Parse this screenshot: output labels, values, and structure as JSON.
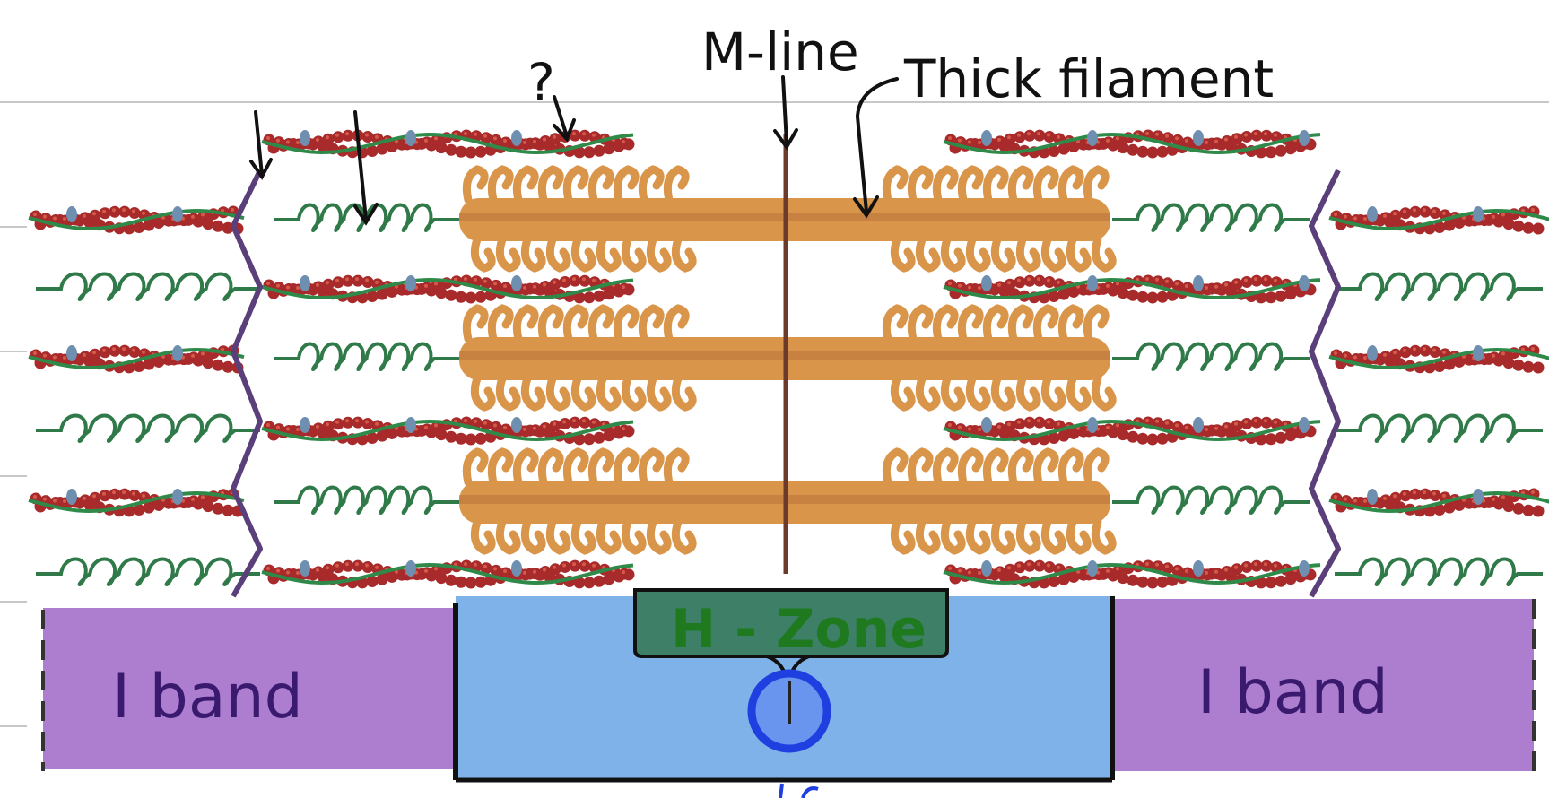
{
  "labels": {
    "question": "?",
    "m_line": "M-line",
    "thick_filament": "Thick filament",
    "h_zone": "H - Zone",
    "i_band_left": "I band",
    "i_band_right": "I band"
  },
  "colors": {
    "actin_bead": "#a82a2a",
    "actin_highlight": "#d45a4a",
    "tropomyosin": "#2f8a4a",
    "troponin": "#6f8fb0",
    "titin_spring": "#2f7a48",
    "z_disc": "#5a3f7a",
    "m_line": "#6b3a2a",
    "myosin": "#d9954a",
    "myosin_dark": "#b8733a",
    "i_band": "#ad7ecf",
    "a_band": "#7eb2e8",
    "h_zone": "#3d8067",
    "h_zone_text": "#1f7a1f",
    "circle": "#1f3fe0",
    "arrow": "#111111"
  }
}
